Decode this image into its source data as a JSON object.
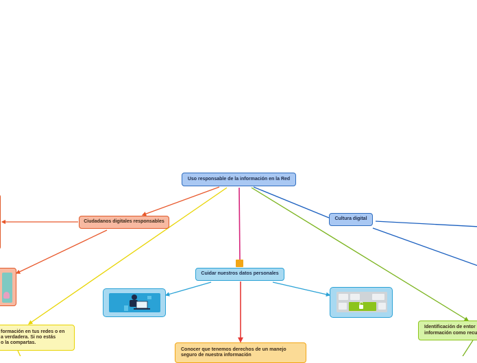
{
  "mindmap": {
    "root": {
      "label": "Uso responsable de la información en la Red"
    },
    "ciudadanos": {
      "label": "Ciudadanos digitales responsables"
    },
    "cultura": {
      "label": "Cultura digital"
    },
    "cuidar": {
      "label": "Cuidar nuestros datos personales"
    },
    "info_note": {
      "label": "formación en tus redes o en\na verdadera. Si no estás\no la compartas."
    },
    "identificacion": {
      "label": "Identificación de entor\ninformación como recu"
    },
    "conocer": {
      "label": "Conocer que tenemos derechos de un manejo\nseguro de nuestra información"
    },
    "images": [
      {
        "name": "person-laptop-illustration"
      },
      {
        "name": "keyboard-lock-photo"
      }
    ]
  },
  "colors": {
    "blue_branch": "#1a5fbf",
    "orange_branch": "#e8572a",
    "yellow_branch": "#e8d400",
    "green_branch": "#7ab31c",
    "pink_branch": "#d6237a",
    "cyan_branch": "#2aa2d6",
    "red_branch": "#e53935"
  }
}
